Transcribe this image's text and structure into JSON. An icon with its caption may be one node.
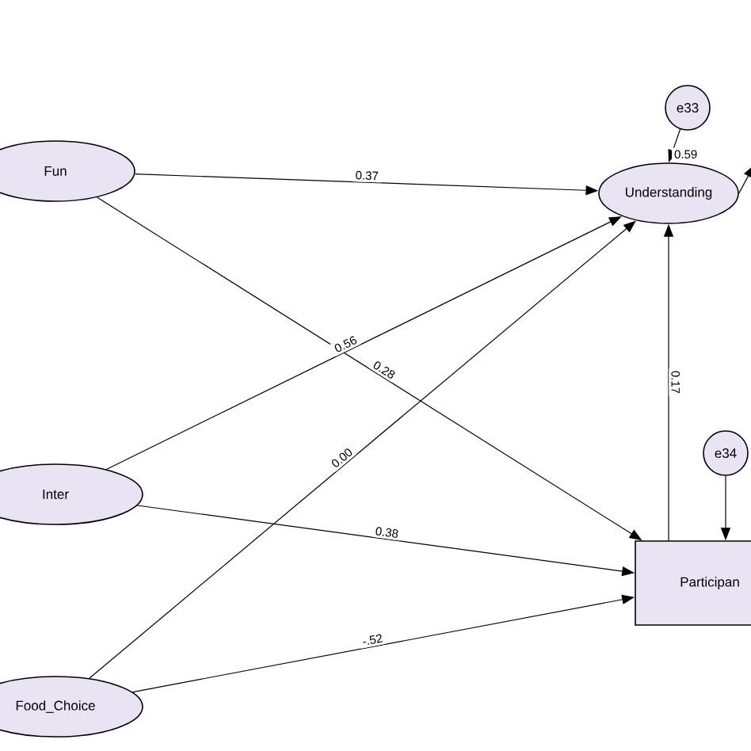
{
  "diagram": {
    "nodes": [
      {
        "text": [
          "e33"
        ]
      },
      {
        "text": [
          "Fun"
        ]
      },
      {
        "text": [
          "Understanding"
        ]
      },
      {
        "text": [
          "e34"
        ]
      },
      {
        "text": [
          "Inter"
        ]
      },
      {
        "text": [
          "Participan"
        ]
      },
      {
        "text": [
          "Food_Choice"
        ]
      }
    ],
    "edges": [
      {
        "from": 1,
        "to": 2,
        "arrow": "to",
        "label": "0.37"
      },
      {
        "from": 1,
        "to": 5,
        "arrow": "to",
        "label": "0.28"
      },
      {
        "from": 4,
        "to": 2,
        "arrow": "to",
        "label": "0.56"
      },
      {
        "from": 4,
        "to": 5,
        "arrow": "to",
        "label": "0.38"
      },
      {
        "from": 6,
        "to": 2,
        "arrow": "to",
        "label": "0.00"
      },
      {
        "from": 6,
        "to": 5,
        "arrow": "to",
        "label": "-.52"
      },
      {
        "from": 5,
        "to": 2,
        "arrow": "to",
        "label": "0.17"
      },
      {
        "from": 0,
        "to": 2,
        "arrow": "to",
        "label": "0.59"
      },
      {
        "from": 3,
        "to": 5,
        "arrow": "to"
      },
      {
        "from": 2,
        "to": null,
        "arrow": "to"
      }
    ]
  }
}
